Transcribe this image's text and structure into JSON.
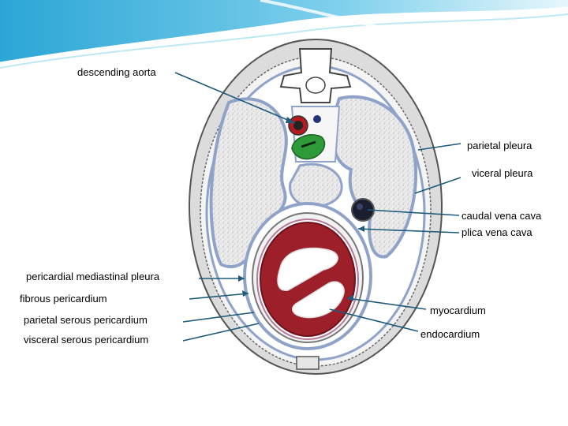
{
  "slide": {
    "colors": {
      "banner_top": "#3fb3d9",
      "banner_light": "#cdeef8",
      "tissue_fill": "#e9e9e9",
      "membrane_blue": "#8fa3c9",
      "heart_red": "#9c1f2a",
      "aorta_red": "#b21a20",
      "esophagus_green": "#2f9a3a",
      "leader_line": "#1e5a7a"
    },
    "labels": {
      "descending_aorta": "descending aorta",
      "parietal_pleura": "parietal pleura",
      "visceral_pleura": "viceral pleura",
      "caudal_vena_cava": "caudal vena cava",
      "plica_vena_cava": "plica vena cava",
      "pericardial_mediastinal_pleura": "pericardial mediastinal pleura",
      "fibrous_pericardium": "fibrous pericardium",
      "parietal_serous_pericardium": "parietal serous pericardium",
      "visceral_serous_pericardium": "visceral serous pericardium",
      "myocardium": "myocardium",
      "endocardium": "endocardium"
    }
  }
}
